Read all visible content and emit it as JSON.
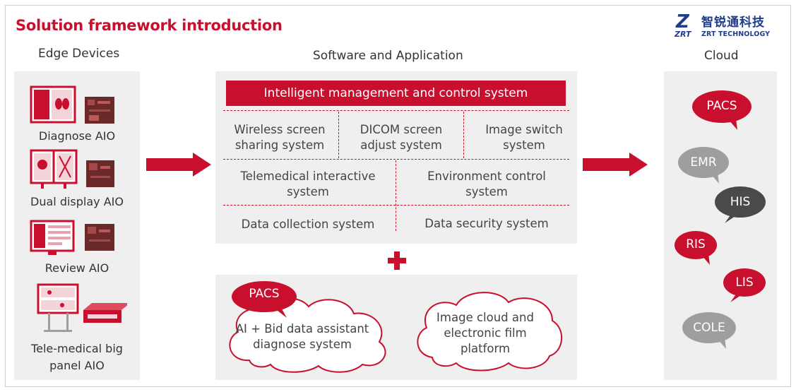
{
  "header": {
    "title": "Solution framework introduction",
    "logo_cn": "智锐通科技",
    "logo_mark": "Z",
    "logo_zrt": "ZRT",
    "logo_en": "ZRT TECHNOLOGY"
  },
  "columns": {
    "edge": "Edge Devices",
    "software": "Software and Application",
    "cloud": "Cloud"
  },
  "devices": [
    {
      "label": "Diagnose AIO"
    },
    {
      "label": "Dual display AIO"
    },
    {
      "label": "Review AIO"
    },
    {
      "label_line1": "Tele-medical big",
      "label_line2": "panel AIO"
    }
  ],
  "software": {
    "top_bar": "Intelligent management and control system",
    "row1": [
      {
        "line1": "Wireless screen",
        "line2": "sharing system"
      },
      {
        "line1": "DICOM screen",
        "line2": "adjust system"
      },
      {
        "line1": "Image switch",
        "line2": "system"
      }
    ],
    "row2": [
      {
        "line1": "Telemedical interactive",
        "line2": "system"
      },
      {
        "line1": "Environment control",
        "line2": "system"
      }
    ],
    "row3": [
      {
        "line1": "Data collection system"
      },
      {
        "line1": "Data security system"
      }
    ]
  },
  "bottom": {
    "pacs": "PACS",
    "cloud1_line1": "AI + Bid data assistant",
    "cloud1_line2": "diagnose system",
    "cloud2_line1": "Image cloud and",
    "cloud2_line2": "electronic film",
    "cloud2_line3": "platform"
  },
  "cloud_systems": [
    {
      "label": "PACS",
      "color": "#c8102e"
    },
    {
      "label": "EMR",
      "color": "#9e9e9e"
    },
    {
      "label": "HIS",
      "color": "#4a4a4a"
    },
    {
      "label": "RIS",
      "color": "#c8102e"
    },
    {
      "label": "LIS",
      "color": "#c8102e"
    },
    {
      "label": "COLE",
      "color": "#9e9e9e"
    }
  ],
  "colors": {
    "accent": "#c8102e",
    "panel": "#efefef",
    "text": "#444444"
  }
}
